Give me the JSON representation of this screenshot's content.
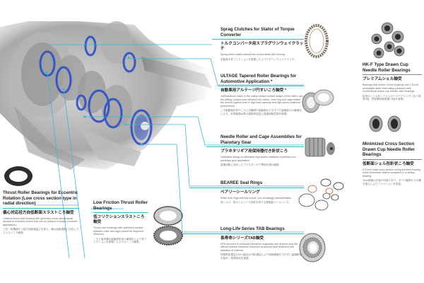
{
  "diagram": {
    "subject": "Automotive transmission cutaway with bearing product callouts",
    "accent_color": "#35b8d8",
    "highlight_color": "#2a4fc8"
  },
  "callouts": [
    {
      "id": "sprag",
      "title": "Sprag Clutches for Stator of Torque Converter",
      "jp_title": "トルクコンバータ用スプラグワンウェイクラッチ",
      "desc": "Sprag clutch which realized low friction when idle running.",
      "desc_jp": "空転時の低フリクションを実現したスプラグワンウェイクラッチ。"
    },
    {
      "id": "ultage",
      "title": "ULTAGE Tapered Roller Bearings for Automotive Application *",
      "jp_title": "自動車用アルテージ円すいころ軸受 *",
      "desc": "Optimizations made to the rolling contact surface shape of the rollers, and the sliding contact zone between the rollers, inner ring and cage realize the world's highest level in high load capacity and high speed rotational performance.",
      "desc_jp": "ころ転動面形状やころと内輪鍔の接触面などのすべり接触部分の最適化により、世界最高水準の高負荷容量と高速回転性能を実現。"
    },
    {
      "id": "needle-planetary",
      "title": "Needle Roller and Cage Assemblies for Planetary Gear",
      "jp_title": "プラネタリギア用保持器付き針状ころ",
      "desc": "Optimized design to withstand high speed rotational conditions of a planetary gear application.",
      "desc_jp": "高速回転に対応したプラネタリギア専用仕様の軸受。"
    },
    {
      "id": "bearee",
      "title": "BEAREE Seal Rings",
      "jp_title": "ベアリーシールリング",
      "desc": "Resin seal rings with low torque, low oil leakage characteristics.",
      "desc_jp": "低トルク、低オイルリーク特性を有する樹脂製シールリング。"
    },
    {
      "id": "tab",
      "title": "Long-Life Series TAB Bearings",
      "jp_title": "長寿命シリーズTAB軸受",
      "desc": "NTN succeed to enhanced structure toughness and achieve long life without surface hardness reduction by special heat treatment and selection of material.",
      "desc_jp": "特殊熱処理及びNTN独自の材料選定により表面硬度を下げずに組織靭性を高め、長寿命化を実現。"
    },
    {
      "id": "hkf",
      "title": "HK-F Type Drawn Cup Needle Roller Bearings",
      "jp_title": "プレミアムシェル軸受",
      "desc": "Bearings that deliver 3x the longevity and 1.5x the acceptable static load rating compared with conventional drawn cup needle roller bearings.",
      "desc_jp": "従来のシェル形ニードルローラベアリングに比べ寿命3倍、許容静定格荷重1.5倍を実現。"
    },
    {
      "id": "minimized",
      "title": "Minimized Cross Section Drawn Cup Needle Roller Bearings",
      "jp_title": "低断面シェル形針状ころ軸受",
      "desc": "A 2-mm radial cross section rolling-element bearing which decreases friction compared to a sliding bearing.",
      "desc_jp": "2mm断面の外径が可能であり、すべり軸受からの置き換えによりフリクションを低減。"
    },
    {
      "id": "thrust-eccentric",
      "title": "Thrust Roller Bearings for Eccentric Rotation (Low cross section type in radial direction)",
      "jp_title": "偏心対応径方向低断面スラストころ軸受",
      "desc": "Unitized thrust roller bearing with geometry which allows small amount of eccentric motion that can be present in torque converter applications.",
      "desc_jp": "三位一体構造かつ径方向断面高さを抑え、偏心回転運動に対応したスラストころ軸受。"
    },
    {
      "id": "low-friction-thrust",
      "title": "Low Friction Thrust Roller Bearings",
      "jp_title": "低フリクションスラストころ軸受",
      "desc": "Thrust roller bearings with optimized contact between roller and cage pocket for improved efficiency.",
      "desc_jp": "ころと保持器の接触部形状の最適化により低フリクションを実現したスラストころ軸受。"
    }
  ]
}
